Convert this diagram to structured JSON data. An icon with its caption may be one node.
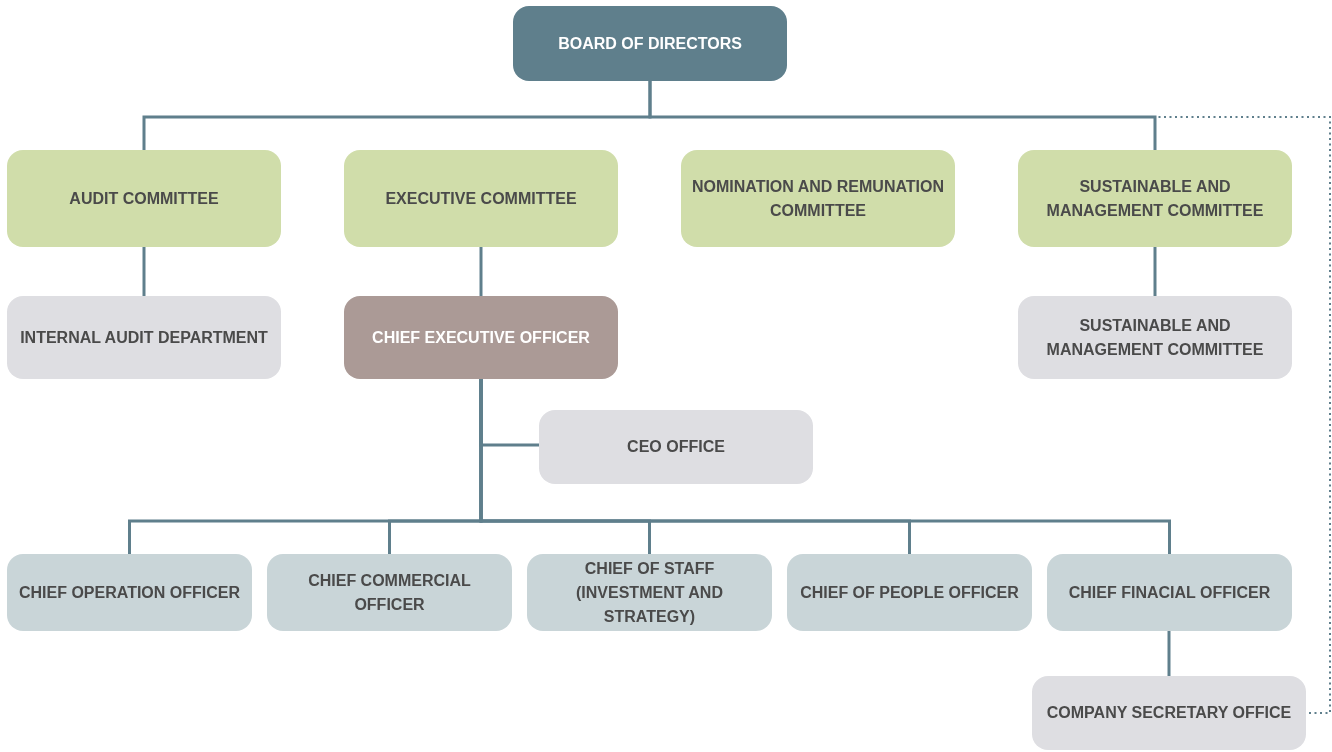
{
  "diagram": {
    "nodes": [
      {
        "text": [
          "BOARD OF DIRECTORS"
        ]
      },
      {
        "text": [
          "AUDIT COMMITTEE"
        ]
      },
      {
        "text": [
          "EXECUTIVE COMMITTEE"
        ]
      },
      {
        "text": [
          "NOMINATION AND REMUNATION COMMITTEE"
        ]
      },
      {
        "text": [
          "SUSTAINABLE AND MANAGEMENT COMMITTEE"
        ]
      },
      {
        "text": [
          "INTERNAL AUDIT DEPARTMENT"
        ]
      },
      {
        "text": [
          "CHIEF EXECUTIVE OFFICER"
        ]
      },
      {
        "text": [
          "SUSTAINABLE AND MANAGEMENT COMMITTEE"
        ]
      },
      {
        "text": [
          "CEO OFFICE"
        ]
      },
      {
        "text": [
          "CHIEF OPERATION OFFICER"
        ]
      },
      {
        "text": [
          "CHIEF COMMERCIAL OFFICER"
        ]
      },
      {
        "text": [
          "CHIEF OF STAFF (INVESTMENT AND STRATEGY)"
        ]
      },
      {
        "text": [
          "CHIEF OF PEOPLE OFFICER"
        ]
      },
      {
        "text": [
          "CHIEF FINACIAL OFFICER"
        ]
      },
      {
        "text": [
          "COMPANY SECRETARY OFFICE"
        ]
      }
    ],
    "edges": [
      {
        "from": 0,
        "to": 1,
        "arrow": "none"
      },
      {
        "from": 0,
        "to": 4,
        "arrow": "none"
      },
      {
        "from": 0,
        "to": 14,
        "arrow": "none",
        "style": "dashed"
      },
      {
        "from": 1,
        "to": 5,
        "arrow": "none"
      },
      {
        "from": 2,
        "to": 6,
        "arrow": "none"
      },
      {
        "from": 4,
        "to": 7,
        "arrow": "none"
      },
      {
        "from": 6,
        "to": 8,
        "arrow": "none"
      },
      {
        "from": 6,
        "to": 9,
        "arrow": "none"
      },
      {
        "from": 6,
        "to": 10,
        "arrow": "none"
      },
      {
        "from": 6,
        "to": 11,
        "arrow": "none"
      },
      {
        "from": 6,
        "to": 12,
        "arrow": "none"
      },
      {
        "from": 6,
        "to": 13,
        "arrow": "none"
      },
      {
        "from": 13,
        "to": 14,
        "arrow": "none"
      }
    ]
  }
}
